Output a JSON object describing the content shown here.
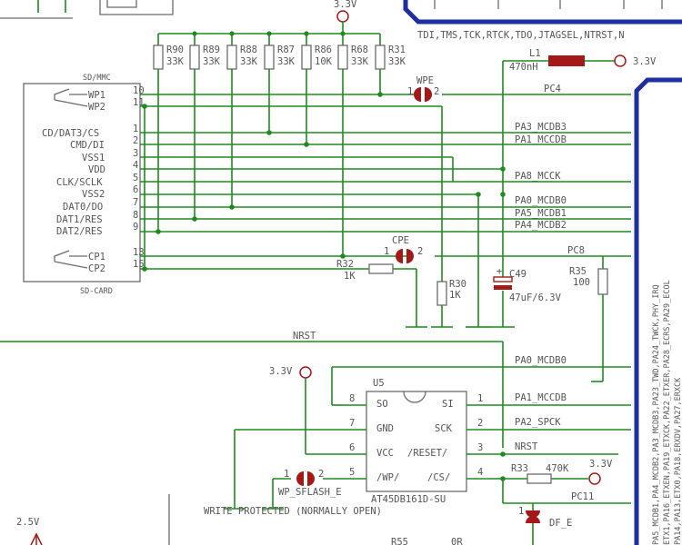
{
  "power": {
    "v33_top": "3.3V",
    "v33_right": "3.3V",
    "v33_left": "3.3V",
    "v33_bottom": "3.3V",
    "v25": "2.5V"
  },
  "jtag_label": "TDI,TMS,TCK,RTCK,TDO,JTAGSEL,NTRST,N",
  "pullups": [
    {
      "ref": "R90",
      "val": "33K"
    },
    {
      "ref": "R89",
      "val": "33K"
    },
    {
      "ref": "R88",
      "val": "33K"
    },
    {
      "ref": "R87",
      "val": "33K"
    },
    {
      "ref": "R86",
      "val": "10K"
    },
    {
      "ref": "R68",
      "val": "33K"
    },
    {
      "ref": "R31",
      "val": "33K"
    }
  ],
  "inductor": {
    "ref": "L1",
    "val": "470nH"
  },
  "sd": {
    "title": "SD/MMC",
    "footer": "SD-CARD",
    "pins": [
      {
        "name": "WP1",
        "num": "10"
      },
      {
        "name": "WP2",
        "num": "11"
      },
      {
        "name": "CD/DAT3/CS",
        "num": "1"
      },
      {
        "name": "CMD/DI",
        "num": "2"
      },
      {
        "name": "VSS1",
        "num": "3"
      },
      {
        "name": "VDD",
        "num": "4"
      },
      {
        "name": "CLK/SCLK",
        "num": "5"
      },
      {
        "name": "VSS2",
        "num": "6"
      },
      {
        "name": "DAT0/DO",
        "num": "7"
      },
      {
        "name": "DAT1/RES",
        "num": "8"
      },
      {
        "name": "DAT2/RES",
        "num": "9"
      },
      {
        "name": "CP1",
        "num": "13"
      },
      {
        "name": "CP2",
        "num": "15"
      }
    ]
  },
  "jumpers": {
    "wpe": "WPE",
    "cpe": "CPE",
    "wp_sflash": "WP_SFLASH_E",
    "df_e": "DF_E",
    "p1": "1",
    "p2": "2"
  },
  "nets": {
    "pc4": "PC4",
    "pa3": "PA3_MCDB3",
    "pa1a": "PA1_MCCDB",
    "pa8": "PA8_MCCK",
    "pa0a": "PA0_MCDB0",
    "pa5": "PA5_MCDB1",
    "pa4": "PA4_MCDB2",
    "pc8": "PC8",
    "nrst_top": "NRST",
    "pa0b": "PA0_MCDB0",
    "pa1b": "PA1_MCCDB",
    "pa2": "PA2_SPCK",
    "nrst": "NRST",
    "pc11": "PC11"
  },
  "components": {
    "r32": {
      "ref": "R32",
      "val": "1K"
    },
    "r30": {
      "ref": "R30",
      "val": "1K"
    },
    "c49": {
      "ref": "C49",
      "val": "47uF/6.3V"
    },
    "r35": {
      "ref": "R35",
      "val": "100"
    },
    "r33": {
      "ref": "R33",
      "val": "470K"
    },
    "r55": "R55",
    "r55v": "0R"
  },
  "u5": {
    "ref": "U5",
    "part": "AT45DB161D-SU",
    "left_pins": [
      {
        "num": "8",
        "name": "SO"
      },
      {
        "num": "7",
        "name": "GND"
      },
      {
        "num": "6",
        "name": "VCC"
      },
      {
        "num": "5",
        "name": "/WP/"
      }
    ],
    "right_pins": [
      {
        "num": "1",
        "name": "SI"
      },
      {
        "num": "2",
        "name": "SCK"
      },
      {
        "num": "3",
        "name": "/RESET/"
      },
      {
        "num": "4",
        "name": "/CS/"
      }
    ]
  },
  "note": "WRITE PROTECTED (NORMALLY OPEN)",
  "mcu_labels": [
    "IRQ",
    "PHY",
    "PA24_TWCK",
    "PA23_TWD",
    "PA3_MCDB3",
    "PA4_MCDB2",
    "PA5_MCDB1",
    "ECOL",
    "PA29",
    "ECRS",
    "PA28",
    "ETXER",
    "PA22",
    "ETXCK",
    "PA19",
    "ETXEN",
    "PA16",
    "ETX1",
    "ERXCK",
    "PA27",
    "ERXDV",
    "PA18",
    "ETX0",
    "PA13",
    "PA14"
  ],
  "colors": {
    "wire": "#1f8a1f",
    "body": "#6b6b6b",
    "power": "#a51818",
    "bus": "#1d2f9e",
    "text": "#555555"
  }
}
